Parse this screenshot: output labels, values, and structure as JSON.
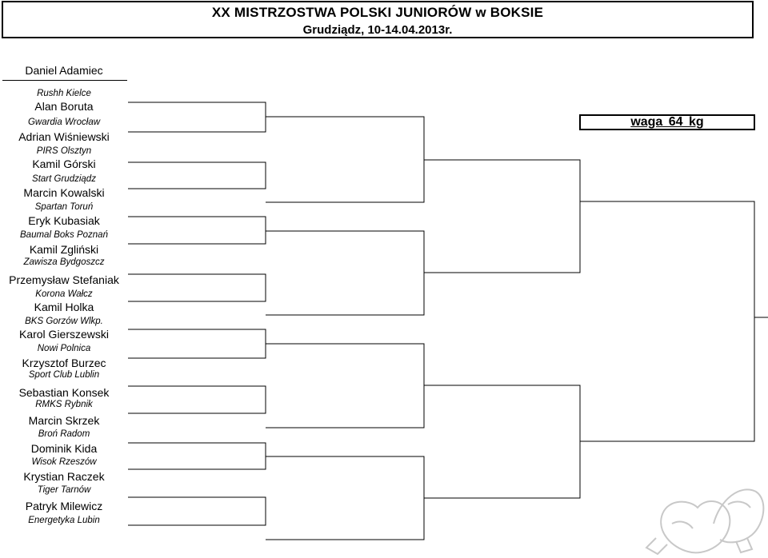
{
  "header": {
    "title": "XX MISTRZOSTWA POLSKI JUNIORÓW w BOKSIE",
    "subtitle": "Grudziądz, 10-14.04.2013r."
  },
  "weight": {
    "label": "waga  64  kg"
  },
  "entries": [
    {
      "name": "Daniel Adamiec",
      "club": "Rushh Kielce"
    },
    {
      "name": "Alan Boruta",
      "club": "Gwardia Wrocław"
    },
    {
      "name": "Adrian Wiśniewski",
      "club": "PIRS Olsztyn"
    },
    {
      "name": "Kamil Górski",
      "club": "Start Grudziądz"
    },
    {
      "name": "Marcin Kowalski",
      "club": "Spartan Toruń"
    },
    {
      "name": "Eryk Kubasiak",
      "club": "Baumal Boks Poznań"
    },
    {
      "name": "Kamil Zgliński",
      "club": "Zawisza Bydgoszcz"
    },
    {
      "name": "Przemysław Stefaniak",
      "club": "Korona Wałcz"
    },
    {
      "name": "Kamil Holka",
      "club": "BKS Gorzów Wlkp."
    },
    {
      "name": "Karol Gierszewski",
      "club": "Nowi Polnica"
    },
    {
      "name": "Krzysztof Burzec",
      "club": "Sport Club Lublin"
    },
    {
      "name": "Sebastian Konsek",
      "club": "RMKS Rybnik"
    },
    {
      "name": "Marcin Skrzek",
      "club": "Broń Radom"
    },
    {
      "name": "Dominik Kida",
      "club": "Wisok Rzeszów"
    },
    {
      "name": "Krystian Raczek",
      "club": "Tiger Tarnów"
    },
    {
      "name": "Patryk Milewicz",
      "club": "Energetyka Lubin"
    }
  ]
}
